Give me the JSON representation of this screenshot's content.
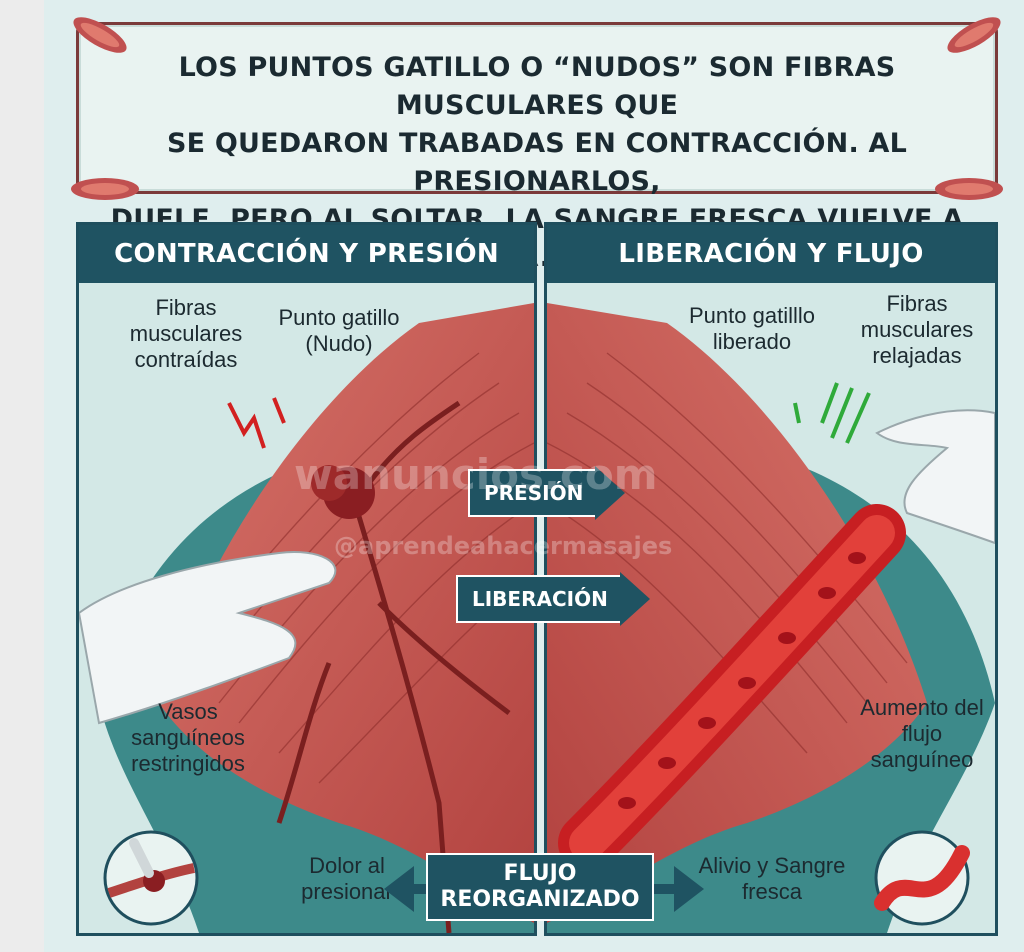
{
  "title": {
    "line1": "LOS PUNTOS GATILLO O “NUDOS” SON FIBRAS MUSCULARES QUE",
    "line2": "SE QUEDARON TRABADAS EN CONTRACCIÓN. AL PRESIONARLOS,",
    "line3": "DUELE, PERO AL SOLTAR, LA SANGRE FRESCA VUELVE A FLUIR.",
    "icons": [
      "target-icon",
      "blood-drop-icon"
    ]
  },
  "left_panel": {
    "header": "CONTRACCIÓN Y PRESIÓN",
    "labels": {
      "fibers": "Fibras musculares contraídas",
      "trigger": "Punto gatillo (Nudo)",
      "vessels": "Vasos sanguíneos restringidos",
      "pain": "Dolor al presionar"
    }
  },
  "right_panel": {
    "header": "LIBERACIÓN Y FLUJO",
    "labels": {
      "trigger": "Punto gatilllo liberado",
      "fibers": "Fibras musculares relajadas",
      "flow": "Aumento del flujo sanguíneo",
      "relief": "Alivio y Sangre fresca"
    }
  },
  "arrows": {
    "pressure": "PRESIÓN",
    "release": "LIBERACIÓN"
  },
  "bottom": {
    "line1": "FLUJO",
    "line2": "REORGANIZADO"
  },
  "watermarks": {
    "site": "wanuncios.com",
    "handle": "@aprendeahacermasajes"
  },
  "colors": {
    "panel_header": "#1f5362",
    "muscle": "#c85a55",
    "frame": "#7b3a3a",
    "background": "#dfeeee"
  }
}
